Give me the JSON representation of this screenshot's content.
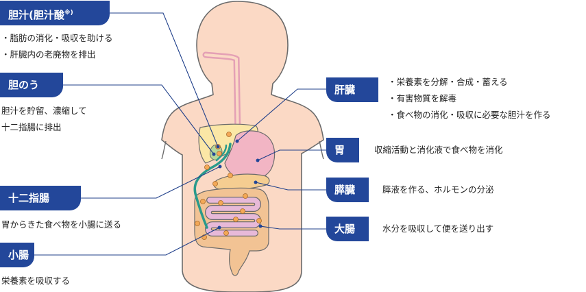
{
  "colors": {
    "label_bg": "#23479a",
    "body_fill": "#fbd9c5",
    "body_stroke": "#6b6b6b",
    "liver": "#fbe7a6",
    "stomach": "#f2b5c4",
    "pancreas": "#f5cd91",
    "bile_duct": "#2a9a8c",
    "intestine": "#f2c394",
    "small_intestine": "#e7b9d8",
    "leader_line": "#1f3f8a"
  },
  "labels": {
    "bile": {
      "title": "胆汁(胆汁酸",
      "mark": "※)",
      "lines": [
        "・脂肪の消化・吸収を助ける",
        "・肝臓内の老廃物を排出"
      ]
    },
    "gallbladder": {
      "title": "胆のう",
      "lines": [
        "胆汁を貯留、濃縮して",
        "十二指腸に排出"
      ]
    },
    "duodenum": {
      "title": "十二指腸",
      "lines": [
        "胃からきた食べ物を小腸に送る"
      ]
    },
    "small_intestine": {
      "title": "小腸",
      "lines": [
        "栄養素を吸収する"
      ]
    },
    "liver": {
      "title": "肝臓",
      "lines": [
        "・栄養素を分解・合成・蓄える",
        "・有害物質を解毒",
        "・食べ物の消化・吸収に必要な胆汁を作る"
      ]
    },
    "stomach": {
      "title": "胃",
      "lines": [
        "収縮活動と消化液で食べ物を消化"
      ]
    },
    "pancreas": {
      "title": "膵臓",
      "lines": [
        "膵液を作る、ホルモンの分泌"
      ]
    },
    "large_intestine": {
      "title": "大腸",
      "lines": [
        "水分を吸収して便を送り出す"
      ]
    }
  }
}
